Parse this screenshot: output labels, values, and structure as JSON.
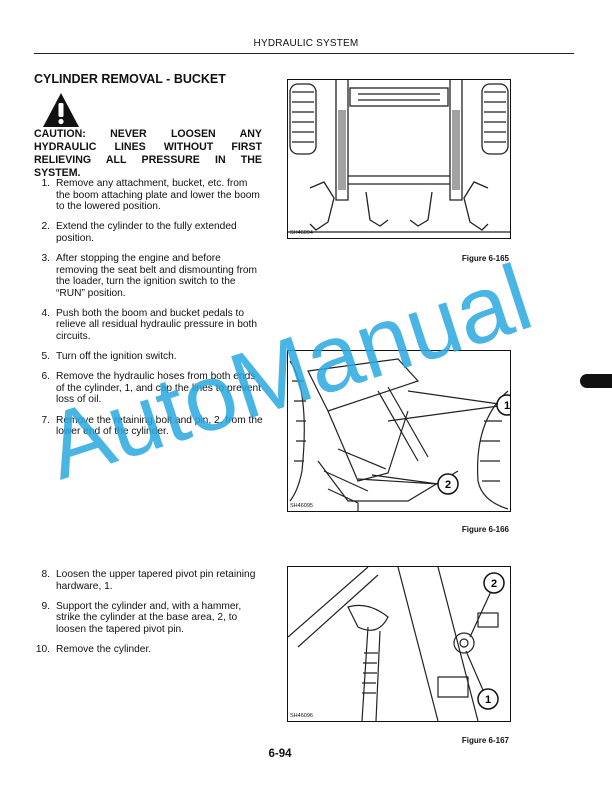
{
  "header": {
    "title": "HYDRAULIC SYSTEM"
  },
  "section": {
    "title": "CYLINDER REMOVAL - BUCKET"
  },
  "caution": {
    "icon": "warning-triangle-exclamation-icon",
    "line1": "CAUTION: NEVER LOOSEN ANY",
    "line2": "HYDRAULIC LINES WITHOUT FIRST",
    "line3": "RELIEVING ALL PRESSURE IN THE SYSTEM."
  },
  "steps_a": [
    {
      "num": "1.",
      "text": "Remove any attachment, bucket, etc. from the boom attaching plate and lower the boom to the lowered position."
    },
    {
      "num": "2.",
      "text": "Extend the cylinder to the fully extended position."
    },
    {
      "num": "3.",
      "text": "After stopping the engine and before removing the seat belt and dismounting from the loader, turn the ignition switch to the “RUN” position."
    },
    {
      "num": "4.",
      "text": "Push both the boom and bucket pedals to relieve all residual hydraulic pressure in both circuits."
    },
    {
      "num": "5.",
      "text": "Turn off the ignition switch."
    },
    {
      "num": "6.",
      "text": "Remove the hydraulic hoses from both ends of the cylinder, 1, and cap the lines to prevent loss of oil."
    },
    {
      "num": "7.",
      "text": "Remove the retaining bolt and pin, 2, from the lower end of the cylinder."
    }
  ],
  "steps_b": [
    {
      "num": "8.",
      "text": "Loosen the upper tapered pivot pin retaining hardware, 1."
    },
    {
      "num": "9.",
      "text": "Support the cylinder and, with a hammer, strike the cylinder at the base area, 2, to loosen the tapered pivot pin."
    },
    {
      "num": "10.",
      "text": "Remove the cylinder."
    }
  ],
  "figures": [
    {
      "code": "SH46094",
      "caption": "Figure 6-165",
      "callouts": []
    },
    {
      "code": "SH46095",
      "caption": "Figure 6-166",
      "callouts": [
        "1",
        "2"
      ]
    },
    {
      "code": "SH46096",
      "caption": "Figure 6-167",
      "callouts": [
        "2",
        "1"
      ]
    }
  ],
  "watermark": {
    "text": "AutoManual",
    "color": "#29a8e0"
  },
  "page": {
    "number": "6-94"
  }
}
